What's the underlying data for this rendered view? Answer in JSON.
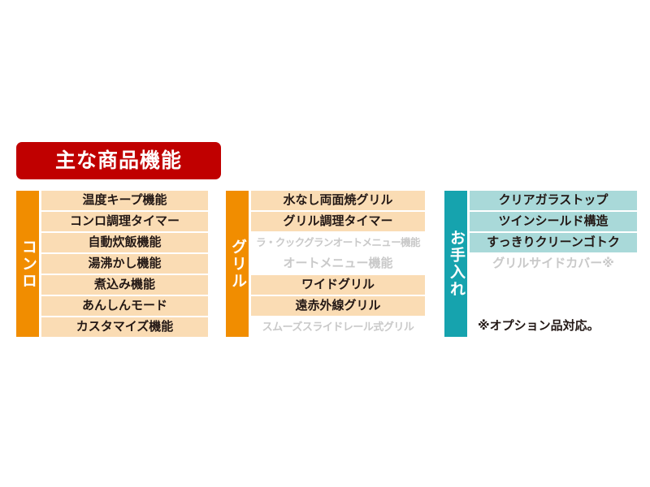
{
  "banner": {
    "title": "主な商品機能",
    "color": "#c00000"
  },
  "colors": {
    "banner_red": "#c00000",
    "tab_orange": "#f18d00",
    "tab_teal": "#16a3ae",
    "row_orange": "#fadcb4",
    "row_teal": "#a9d9d9",
    "text_dark": "#231815",
    "text_disabled": "#c9c9c9"
  },
  "columns": [
    {
      "id": "konro",
      "tab_label": "コンロ",
      "tab_color": "#f18d00",
      "rows": [
        {
          "label": "温度キープ機能",
          "available": true
        },
        {
          "label": "コンロ調理タイマー",
          "available": true
        },
        {
          "label": "自動炊飯機能",
          "available": true
        },
        {
          "label": "湯沸かし機能",
          "available": true
        },
        {
          "label": "煮込み機能",
          "available": true
        },
        {
          "label": "あんしんモード",
          "available": true
        },
        {
          "label": "カスタマイズ機能",
          "available": true
        }
      ]
    },
    {
      "id": "grill",
      "tab_label": "グリル",
      "tab_color": "#f18d00",
      "rows": [
        {
          "label": "水なし両面焼グリル",
          "available": true
        },
        {
          "label": "グリル調理タイマー",
          "available": true
        },
        {
          "label": "ラ・クックグランオートメニュー機能",
          "available": false
        },
        {
          "label": "オートメニュー機能",
          "available": false
        },
        {
          "label": "ワイドグリル",
          "available": true
        },
        {
          "label": "遠赤外線グリル",
          "available": true
        },
        {
          "label": "スムーズスライドレール式グリル",
          "available": false
        }
      ]
    },
    {
      "id": "care",
      "tab_label": "お手入れ",
      "tab_color": "#16a3ae",
      "rows": [
        {
          "label": "クリアガラストップ",
          "available": true
        },
        {
          "label": "ツインシールド構造",
          "available": true
        },
        {
          "label": "すっきりクリーンゴトク",
          "available": true
        },
        {
          "label": "グリルサイドカバー※",
          "available": false
        }
      ]
    }
  ],
  "footnote": "※オプション品対応。"
}
